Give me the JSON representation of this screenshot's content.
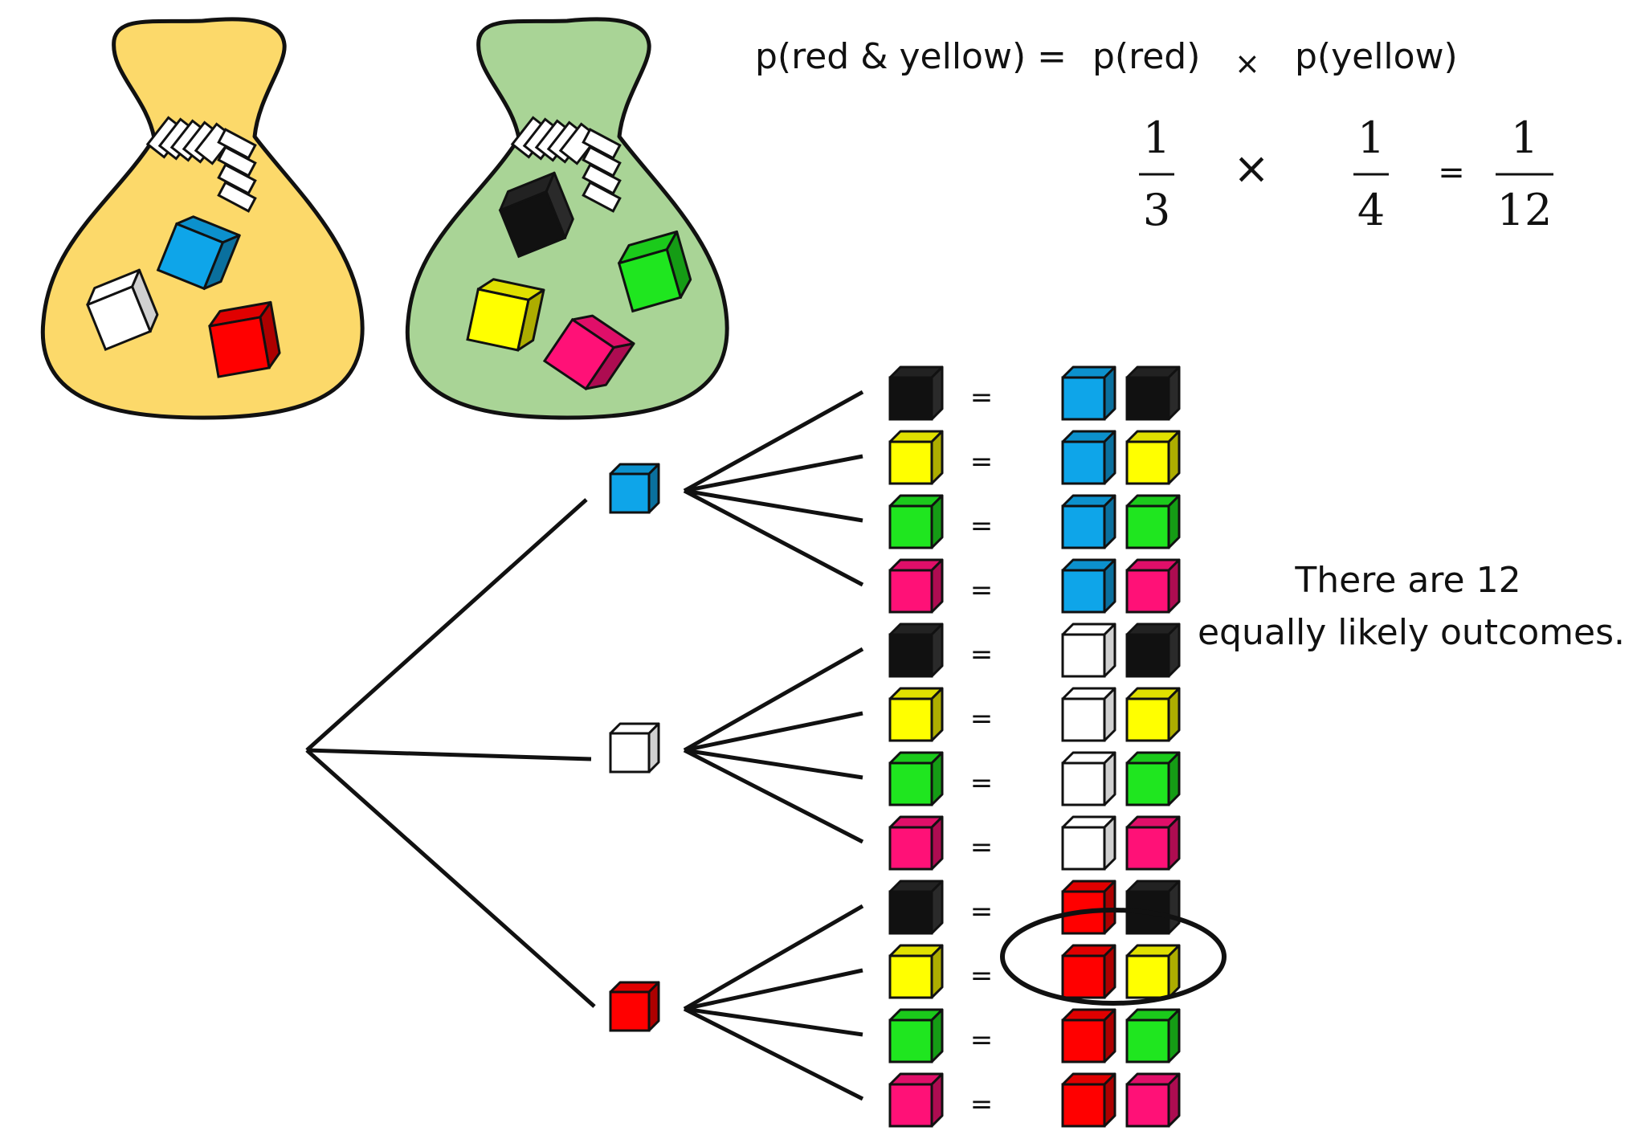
{
  "formula": {
    "lhs": "p(red & yellow) =",
    "p_red": "p(red)",
    "times": "×",
    "p_yellow": "p(yellow)",
    "frac1": {
      "num": "1",
      "den": "3"
    },
    "frac2": {
      "num": "1",
      "den": "4"
    },
    "equals": "=",
    "frac3": {
      "num": "1",
      "den": "12"
    }
  },
  "note": {
    "line1": "There are 12",
    "line2": "equally likely outcomes."
  },
  "equals_sign": "=",
  "colors": {
    "blue": "#0ea5e9",
    "white": "#ffffff",
    "red": "#ff0000",
    "black": "#111111",
    "yellow": "#ffff00",
    "green": "#1fe61f",
    "pink": "#ff1177",
    "bag_yellow": "#fcd96a",
    "bag_green": "#a9d496"
  },
  "bags": [
    {
      "color": "bag_yellow",
      "cubes": [
        "white",
        "blue",
        "red"
      ]
    },
    {
      "color": "bag_green",
      "cubes": [
        "black",
        "yellow",
        "green",
        "pink"
      ]
    }
  ],
  "tree": {
    "first": [
      "blue",
      "white",
      "red"
    ],
    "second": [
      "black",
      "yellow",
      "green",
      "pink"
    ],
    "highlighted_outcome": [
      "red",
      "yellow"
    ]
  }
}
